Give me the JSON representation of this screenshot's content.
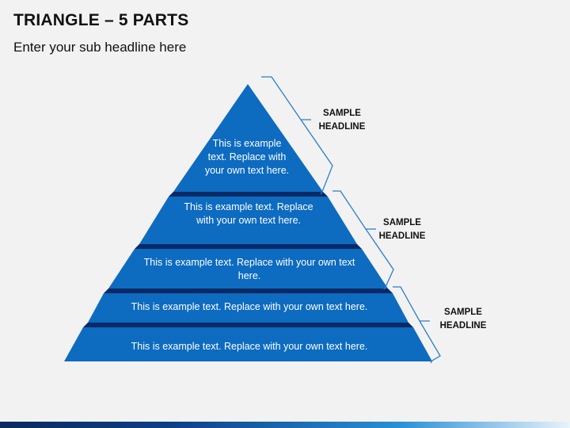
{
  "slide": {
    "title": "TRIANGLE – 5 PARTS",
    "subtitle": "Enter your sub headline here"
  },
  "colors": {
    "layer_fill": "#0d6bc0",
    "layer_shadow": "#0a2a66",
    "bracket": "#2a7fc8",
    "text": "#ffffff"
  },
  "layers": [
    {
      "text": "This is example text. Replace with your own text here."
    },
    {
      "text": "This is example text. Replace with your own text here."
    },
    {
      "text": "This is example text. Replace with your own text here."
    },
    {
      "text": "This is example text. Replace with your own text here."
    },
    {
      "text": "This is example text. Replace with your own text here."
    }
  ],
  "headlines": [
    {
      "line1": "SAMPLE",
      "line2": "HEADLINE"
    },
    {
      "line1": "SAMPLE",
      "line2": "HEADLINE"
    },
    {
      "line1": "SAMPLE",
      "line2": "HEADLINE"
    }
  ]
}
